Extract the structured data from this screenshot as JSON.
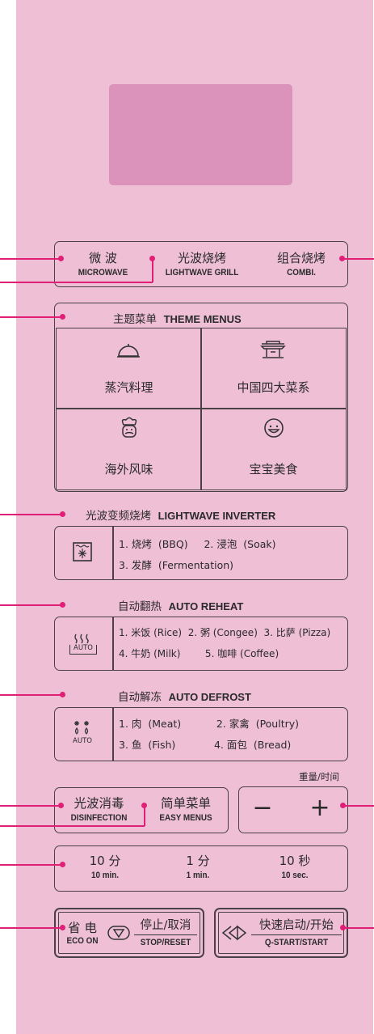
{
  "modes": [
    {
      "cn": "微 波",
      "en": "MICROWAVE"
    },
    {
      "cn": "光波烧烤",
      "en": "LIGHTWAVE GRILL"
    },
    {
      "cn": "组合烧烤",
      "en": "COMBI."
    }
  ],
  "theme": {
    "title_cn": "主题菜单",
    "title_en": "THEME MENUS",
    "items": [
      {
        "label": "蒸汽料理",
        "icon": "steam-cloche-icon"
      },
      {
        "label": "中国四大菜系",
        "icon": "chinese-pavilion-icon"
      },
      {
        "label": "海外风味",
        "icon": "chef-icon"
      },
      {
        "label": "宝宝美食",
        "icon": "baby-face-icon"
      }
    ]
  },
  "inverter": {
    "title_cn": "光波变频烧烤",
    "title_en": "LIGHTWAVE INVERTER",
    "lines": [
      "1. 烧烤  (BBQ)     2. 浸泡  (Soak)",
      "3. 发酵  (Fermentation)"
    ]
  },
  "reheat": {
    "title_cn": "自动翻热",
    "title_en": "AUTO REHEAT",
    "icon_label": "AUTO",
    "lines": [
      "1. 米饭 (Rice)  2. 粥 (Congee)  3. 比萨 (Pizza)",
      "4. 牛奶 (Milk)        5. 咖啡 (Coffee)"
    ]
  },
  "defrost": {
    "title_cn": "自动解冻",
    "title_en": "AUTO DEFROST",
    "icon_label": "AUTO",
    "lines": [
      "1. 肉  (Meat)           2. 家禽  (Poultry)",
      "3. 鱼  (Fish)            4. 面包  (Bread)"
    ]
  },
  "disinfection": {
    "cn": "光波消毒",
    "en": "DISINFECTION"
  },
  "easy": {
    "cn": "简单菜单",
    "en": "EASY MENUS"
  },
  "weight_time": {
    "label": "重量/时间",
    "minus": "−",
    "plus": "+"
  },
  "time_keys": [
    {
      "cn": "10 分",
      "en": "10 min."
    },
    {
      "cn": "1 分",
      "en": "1 min."
    },
    {
      "cn": "10 秒",
      "en": "10 sec."
    }
  ],
  "eco": {
    "cn": "省 电",
    "en": "ECO ON",
    "stop_cn": "停止/取消",
    "stop_en": "STOP/RESET"
  },
  "start": {
    "cn": "快速启动/开始",
    "en": "Q-START/START"
  },
  "colors": {
    "panel": "#efbfd6",
    "display": "#dc93bb",
    "leader": "#e01f76",
    "border": "#4a4146"
  }
}
